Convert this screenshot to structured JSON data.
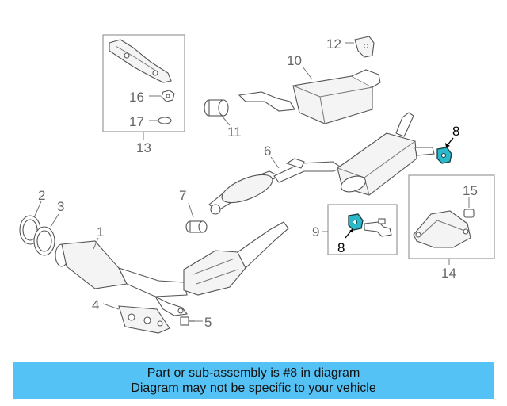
{
  "diagram": {
    "callouts": {
      "c1": "1",
      "c2": "2",
      "c3": "3",
      "c4": "4",
      "c5": "5",
      "c6": "6",
      "c7": "7",
      "c8a": "8",
      "c8b": "8",
      "c9": "9",
      "c10": "10",
      "c11": "11",
      "c12": "12",
      "c13": "13",
      "c14": "14",
      "c15": "15",
      "c16": "16",
      "c17": "17"
    },
    "highlight_color": "#2bb8c8"
  },
  "banner": {
    "line1": "Part or sub-assembly is #8 in diagram",
    "line2": "Diagram may not be specific to your vehicle",
    "background": "#55c2f5"
  }
}
